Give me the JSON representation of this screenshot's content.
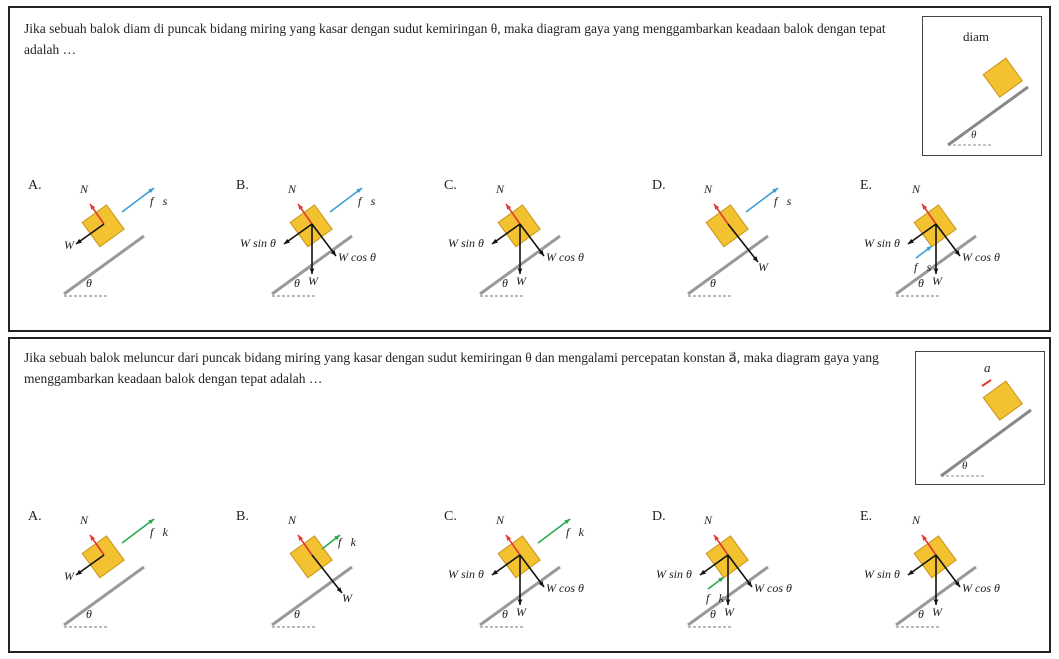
{
  "q1": {
    "text": "Jika sebuah balok diam di puncak bidang miring yang kasar dengan sudut kemiringan θ, maka diagram gaya yang menggambarkan keadaan balok dengan tepat adalah …",
    "thumb_label": "diam",
    "theta": "θ",
    "options": [
      "A.",
      "B.",
      "C.",
      "D.",
      "E."
    ]
  },
  "q2": {
    "text": "Jika sebuah balok meluncur dari puncak bidang miring yang kasar dengan sudut kemiringan θ dan mengalami percepatan konstan a⃗, maka diagram gaya yang menggambarkan keadaan balok dengan tepat adalah …",
    "thumb_label": "a⃗",
    "theta": "θ",
    "options": [
      "A.",
      "B.",
      "C.",
      "D.",
      "E."
    ]
  },
  "labels": {
    "N": "N⃗",
    "W": "W⃗",
    "fs": "f⃗s",
    "fk": "f⃗k",
    "wsin": "W sin θ",
    "wcos": "W cos θ",
    "theta": "θ"
  },
  "colors": {
    "block": "#f2c230",
    "block_edge": "#c9931a",
    "normal": "#e03a2f",
    "fs": "#3aa0d8",
    "fk": "#2fa84f",
    "black": "#111111"
  }
}
